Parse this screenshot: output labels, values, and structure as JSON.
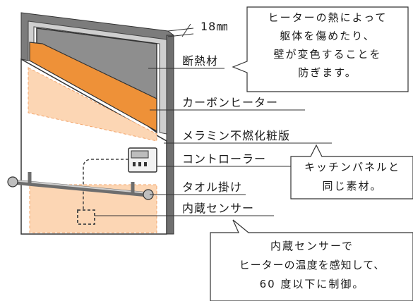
{
  "labels": {
    "thickness": "18㎜",
    "insulation": "断熱材",
    "carbon_heater": "カーボンヒーター",
    "melamine_board": "メラミン不燃化粧版",
    "controller": "コントローラー",
    "towel_bar": "タオル掛け",
    "sensor": "内蔵センサー"
  },
  "callouts": {
    "heat": [
      "ヒーターの熱によって",
      "躯体を傷めたり、",
      "壁が変色することを",
      "防ぎます。"
    ],
    "kitchen_panel": [
      "キッチンパネルと",
      "同じ素材。"
    ],
    "sensor_note": [
      "内蔵センサーで",
      "ヒーターの温度を感知して、",
      "60 度以下に制御。"
    ]
  },
  "colors": {
    "frame": "#7a7a7a",
    "heater": "#ee9138",
    "insulation": "#8c8c8c",
    "warm_panel": "#fbd3b0",
    "line": "#333333"
  }
}
